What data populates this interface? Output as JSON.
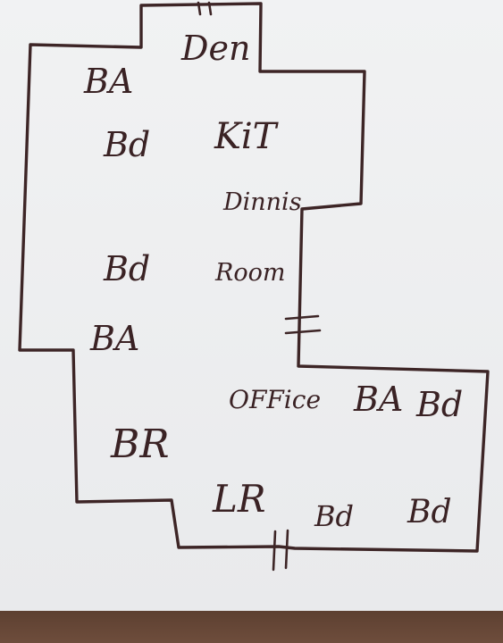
{
  "diagram": {
    "labels": {
      "den": "Den",
      "ba_top": "BA",
      "bd_upper": "Bd",
      "kit": "KiT",
      "dinning": "Dinnis",
      "bd_middle": "Bd",
      "room": "Room",
      "ba_left": "BA",
      "office": "OFFice",
      "ba_right": "BA",
      "bd_right_top": "Bd",
      "br": "BR",
      "lr": "LR",
      "bd_bottom_mid": "Bd",
      "bd_bottom_right": "Bd"
    },
    "colors": {
      "ink": "#3d2526",
      "paper": "#eeeff1",
      "table": "#6b4a3a"
    }
  }
}
